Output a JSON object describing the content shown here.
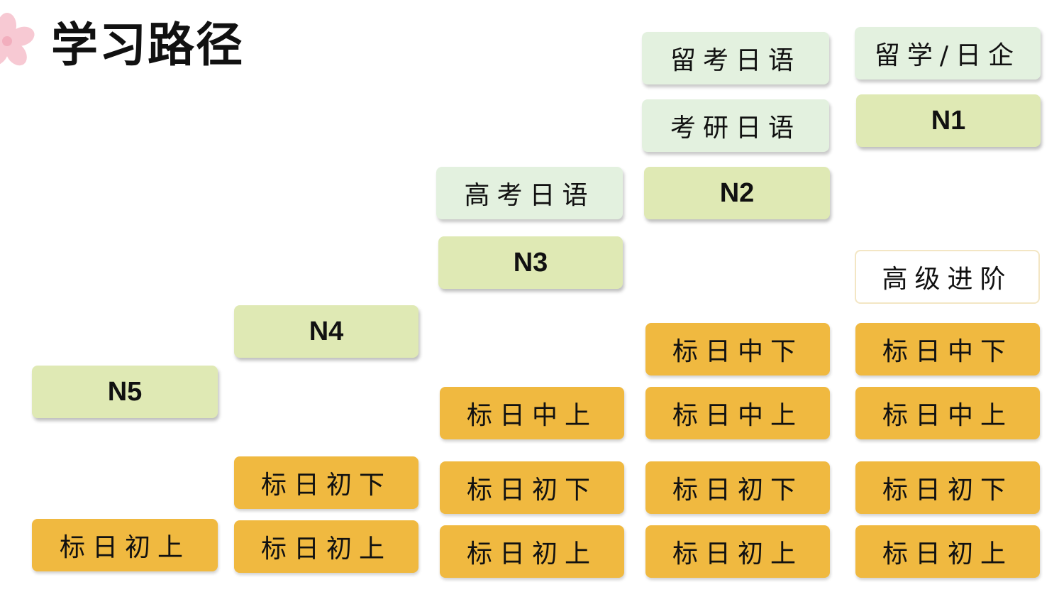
{
  "title": "学习路径",
  "colors": {
    "textbook": "#f0b940",
    "jlpt_level": "#dfe9b4",
    "exam_goal": "#e3f1df",
    "advanced": "#ffffff",
    "blossom": "#f7c9d3"
  },
  "columns": [
    {
      "boxes": [
        {
          "label": "N5",
          "kind": "level"
        },
        {
          "label": "标日初上",
          "kind": "textbook"
        }
      ]
    },
    {
      "boxes": [
        {
          "label": "N4",
          "kind": "level"
        },
        {
          "label": "标日初下",
          "kind": "textbook"
        },
        {
          "label": "标日初上",
          "kind": "textbook"
        }
      ]
    },
    {
      "boxes": [
        {
          "label": "高考日语",
          "kind": "exam"
        },
        {
          "label": "N3",
          "kind": "level"
        },
        {
          "label": "标日中上",
          "kind": "textbook"
        },
        {
          "label": "标日初下",
          "kind": "textbook"
        },
        {
          "label": "标日初上",
          "kind": "textbook"
        }
      ]
    },
    {
      "boxes": [
        {
          "label": "留考日语",
          "kind": "exam"
        },
        {
          "label": "考研日语",
          "kind": "exam"
        },
        {
          "label": "N2",
          "kind": "level"
        },
        {
          "label": "标日中下",
          "kind": "textbook"
        },
        {
          "label": "标日中上",
          "kind": "textbook"
        },
        {
          "label": "标日初下",
          "kind": "textbook"
        },
        {
          "label": "标日初上",
          "kind": "textbook"
        }
      ]
    },
    {
      "boxes": [
        {
          "label": "留学/日企",
          "kind": "exam"
        },
        {
          "label": "N1",
          "kind": "level"
        },
        {
          "label": "高级进阶",
          "kind": "advanced"
        },
        {
          "label": "标日中下",
          "kind": "textbook"
        },
        {
          "label": "标日中上",
          "kind": "textbook"
        },
        {
          "label": "标日初下",
          "kind": "textbook"
        },
        {
          "label": "标日初上",
          "kind": "textbook"
        }
      ]
    }
  ]
}
